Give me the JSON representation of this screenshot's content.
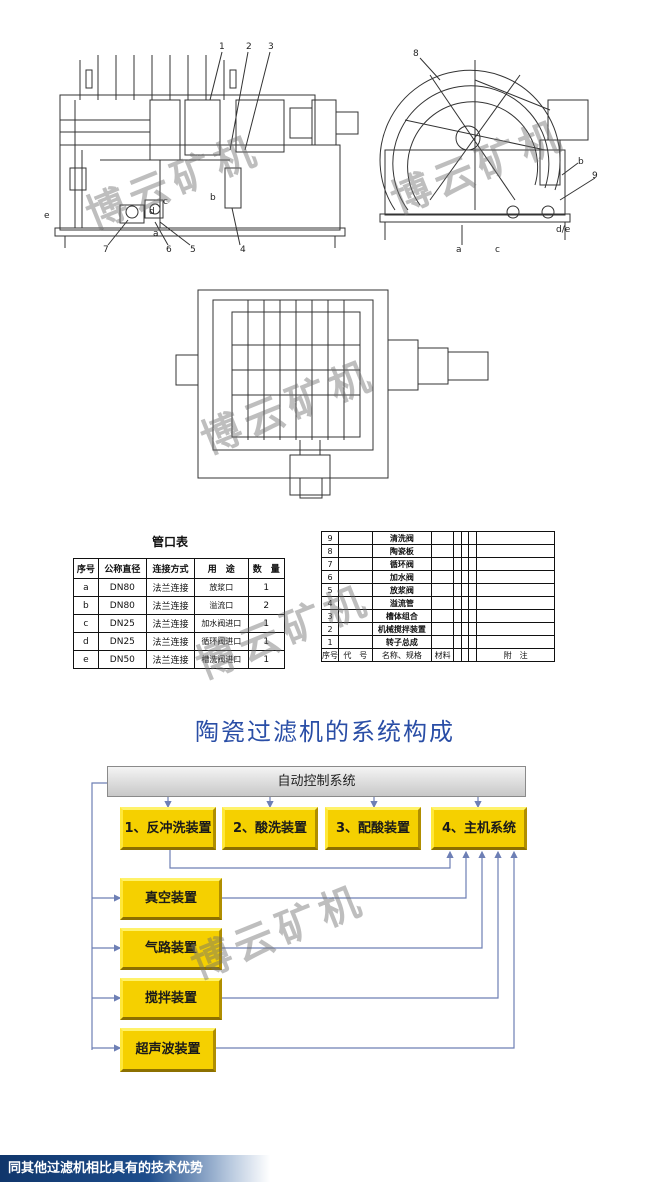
{
  "drawing": {
    "front_labels": [
      "1",
      "2",
      "3",
      "4",
      "5",
      "6",
      "7",
      "a",
      "b",
      "c",
      "d",
      "e"
    ],
    "side_labels": [
      "8",
      "9",
      "a",
      "b",
      "c",
      "d/e"
    ]
  },
  "ports_table": {
    "title": "管口表",
    "headers": [
      "序号",
      "公称直径",
      "连接方式",
      "用　途",
      "数　量"
    ],
    "rows": [
      [
        "a",
        "DN80",
        "法兰连接",
        "放浆口",
        "1"
      ],
      [
        "b",
        "DN80",
        "法兰连接",
        "溢流口",
        "2"
      ],
      [
        "c",
        "DN25",
        "法兰连接",
        "加水阀进口",
        "1"
      ],
      [
        "d",
        "DN25",
        "法兰连接",
        "循环阀进口",
        "1"
      ],
      [
        "e",
        "DN50",
        "法兰连接",
        "槽洗阀进口",
        "1"
      ]
    ]
  },
  "parts_table": {
    "rows": [
      {
        "no": "9",
        "name": "清洗阀"
      },
      {
        "no": "8",
        "name": "陶瓷板"
      },
      {
        "no": "7",
        "name": "循环阀"
      },
      {
        "no": "6",
        "name": "加水阀"
      },
      {
        "no": "5",
        "name": "放浆阀"
      },
      {
        "no": "4",
        "name": "溢流管"
      },
      {
        "no": "3",
        "name": "槽体组合"
      },
      {
        "no": "2",
        "name": "机械搅拌装置"
      },
      {
        "no": "1",
        "name": "转子总成"
      }
    ],
    "footer": [
      "序号",
      "代　号",
      "名称、规格",
      "材料",
      "附　注"
    ]
  },
  "system": {
    "title": "陶瓷过滤机的系统构成",
    "control": "自动控制系统",
    "top_boxes": [
      "1、反冲洗装置",
      "2、酸洗装置",
      "3、配酸装置",
      "4、主机系统"
    ],
    "side_boxes": [
      "真空装置",
      "气路装置",
      "搅拌装置",
      "超声波装置"
    ]
  },
  "watermark": "博云矿机",
  "footer_banner": "同其他过滤机相比具有的技术优势",
  "colors": {
    "box": "#f5d000",
    "arrow": "#6d7fb5",
    "title": "#2a4ea6",
    "banner": "#10366b"
  }
}
